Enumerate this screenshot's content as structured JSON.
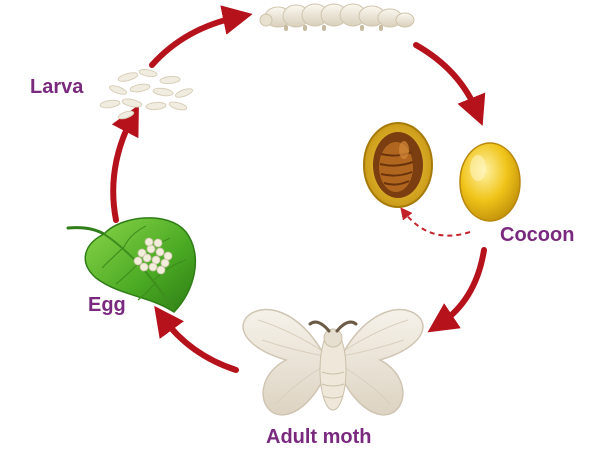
{
  "stages": [
    {
      "id": "larva",
      "label": "Larva"
    },
    {
      "id": "cocoon",
      "label": "Cocoon"
    },
    {
      "id": "adult",
      "label": "Adult moth"
    },
    {
      "id": "egg",
      "label": "Egg"
    }
  ],
  "colors": {
    "label": "#7a2a7e",
    "arrow": "#b5121b",
    "arrow_dark": "#8c0b12",
    "dashed_arrow": "#c4222b",
    "larva_body": "#f1ece0",
    "larva_shadow": "#d8cfba",
    "leaf": "#58b62c",
    "leaf_dark": "#2f7d16",
    "egg": "#f2eedb",
    "cocoon": "#f0c419",
    "cocoon_dark": "#b8870c",
    "pupa": "#8a4a15",
    "moth_wing": "#ece6da",
    "moth_wing_edge": "#cfc5b2"
  },
  "icons": [
    "larva-group-icon",
    "caterpillar-icon",
    "cut-cocoon-icon",
    "cocoon-icon",
    "moth-icon",
    "leaf-with-eggs-icon"
  ]
}
